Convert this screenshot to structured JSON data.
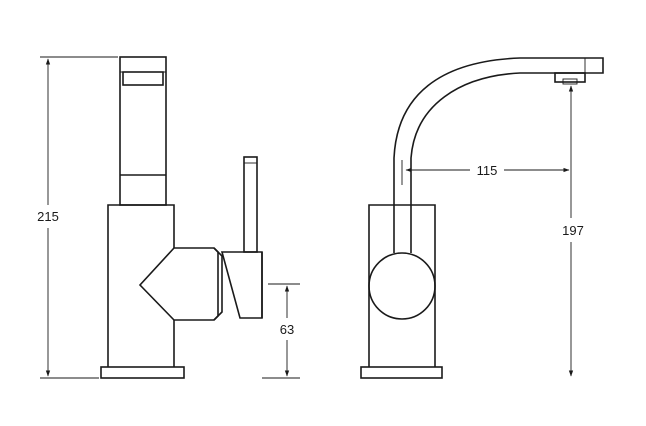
{
  "dimensions": {
    "overall_height": "215",
    "lever_height": "63",
    "spout_reach": "115",
    "spout_height": "197"
  }
}
